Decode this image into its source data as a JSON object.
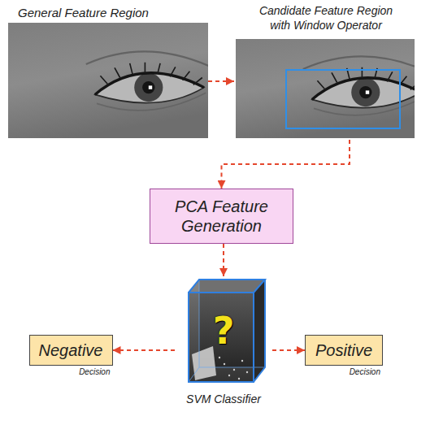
{
  "diagram": {
    "nodes": [
      {
        "text": [
          "General Feature Region"
        ]
      },
      {
        "text": [
          "Candidate Feature Region with Window Operator"
        ]
      },
      {
        "text": [
          "PCA Feature Generation"
        ]
      },
      {
        "text": [
          "Negative",
          "Decision"
        ]
      },
      {
        "text": [
          "?",
          "SVM Classifier"
        ]
      },
      {
        "text": [
          "Positive",
          "Decision"
        ]
      }
    ],
    "edges": [
      {
        "from": 0,
        "to": 1,
        "arrow": "to"
      },
      {
        "from": 1,
        "to": 2,
        "arrow": "to"
      },
      {
        "from": 2,
        "to": 4,
        "arrow": "to"
      },
      {
        "from": 4,
        "to": 3,
        "arrow": "to"
      },
      {
        "from": 4,
        "to": 5,
        "arrow": "to"
      }
    ]
  }
}
